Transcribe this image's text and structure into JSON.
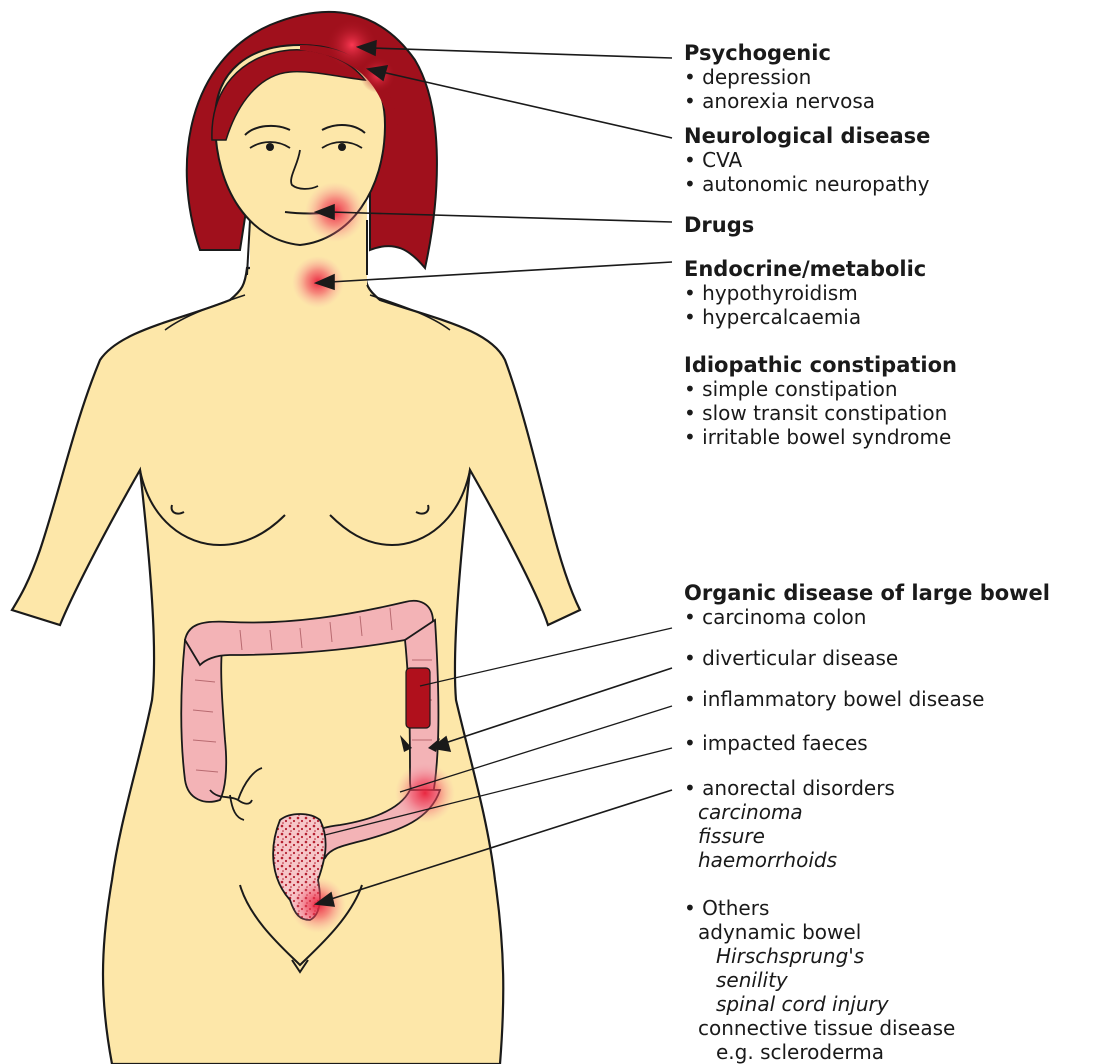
{
  "colors": {
    "skin": "#fde7a9",
    "hair": "#a0101c",
    "colon": "#f3b3b6",
    "highlight": "#e8203a",
    "outline": "#1a1a1a"
  },
  "labels": {
    "psychogenic": {
      "title": "Psychogenic",
      "items": [
        "• depression",
        "• anorexia nervosa"
      ]
    },
    "neurological": {
      "title": "Neurological disease",
      "items": [
        "• CVA",
        "• autonomic neuropathy"
      ]
    },
    "drugs": {
      "title": "Drugs"
    },
    "endocrine": {
      "title": "Endocrine/metabolic",
      "items": [
        "• hypothyroidism",
        "• hypercalcaemia"
      ]
    },
    "idiopathic": {
      "title": "Idiopathic constipation",
      "items": [
        "• simple constipation",
        "• slow transit constipation",
        "• irritable bowel syndrome"
      ]
    },
    "organic": {
      "title": "Organic disease of large bowel",
      "carcinoma_colon": "• carcinoma colon",
      "diverticular": "• diverticular disease",
      "ibd": "• inflammatory bowel disease",
      "impacted": "• impacted faeces",
      "anorectal": "• anorectal disorders",
      "anorectal_sub": [
        "carcinoma",
        "fissure",
        "haemorrhoids"
      ]
    },
    "others": {
      "title": "• Others",
      "adynamic": "adynamic bowel",
      "adynamic_sub": [
        "Hirschsprung's",
        "senility",
        "spinal cord injury"
      ],
      "connective": "connective tissue disease",
      "example": "e.g. scleroderma"
    }
  }
}
